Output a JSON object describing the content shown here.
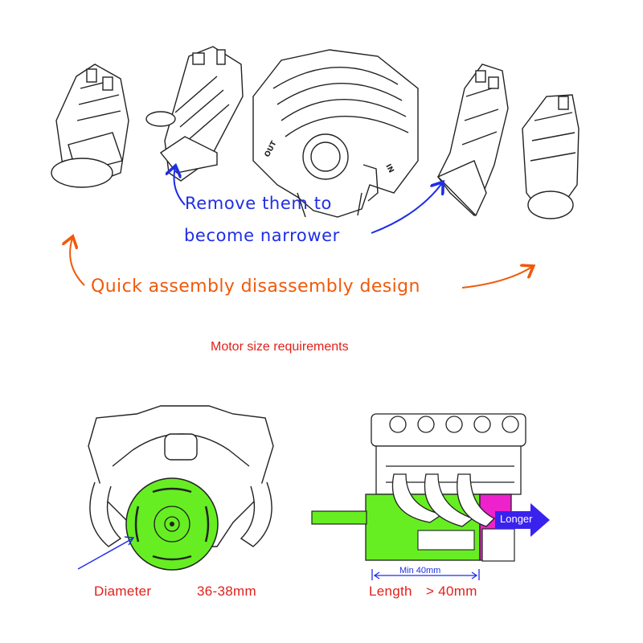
{
  "annotations": {
    "remove_line1": "Remove them to",
    "remove_line2": "become narrower",
    "quick_design": "Quick assembly disassembly design",
    "motor_title": "Motor size requirements",
    "diameter_label": "Diameter",
    "diameter_value": "36-38mm",
    "length_label": "Length",
    "length_value": "> 40mm",
    "min_label": "Min 40mm",
    "longer_label": "Longer",
    "engraving_out": "OUT",
    "engraving_in": "IN"
  },
  "colors": {
    "blue_text": "#1f2ee6",
    "orange_text": "#f05a0a",
    "red_text": "#e0201a",
    "motor_green": "#66ee22",
    "magenta": "#ee22cc",
    "arrow_blue": "#3a22ee",
    "line_art": "#222222"
  },
  "icons": [
    "orange-curved-arrow-icon",
    "blue-curved-arrow-icon",
    "blue-pointer-arrow-icon",
    "longer-arrow-icon"
  ]
}
